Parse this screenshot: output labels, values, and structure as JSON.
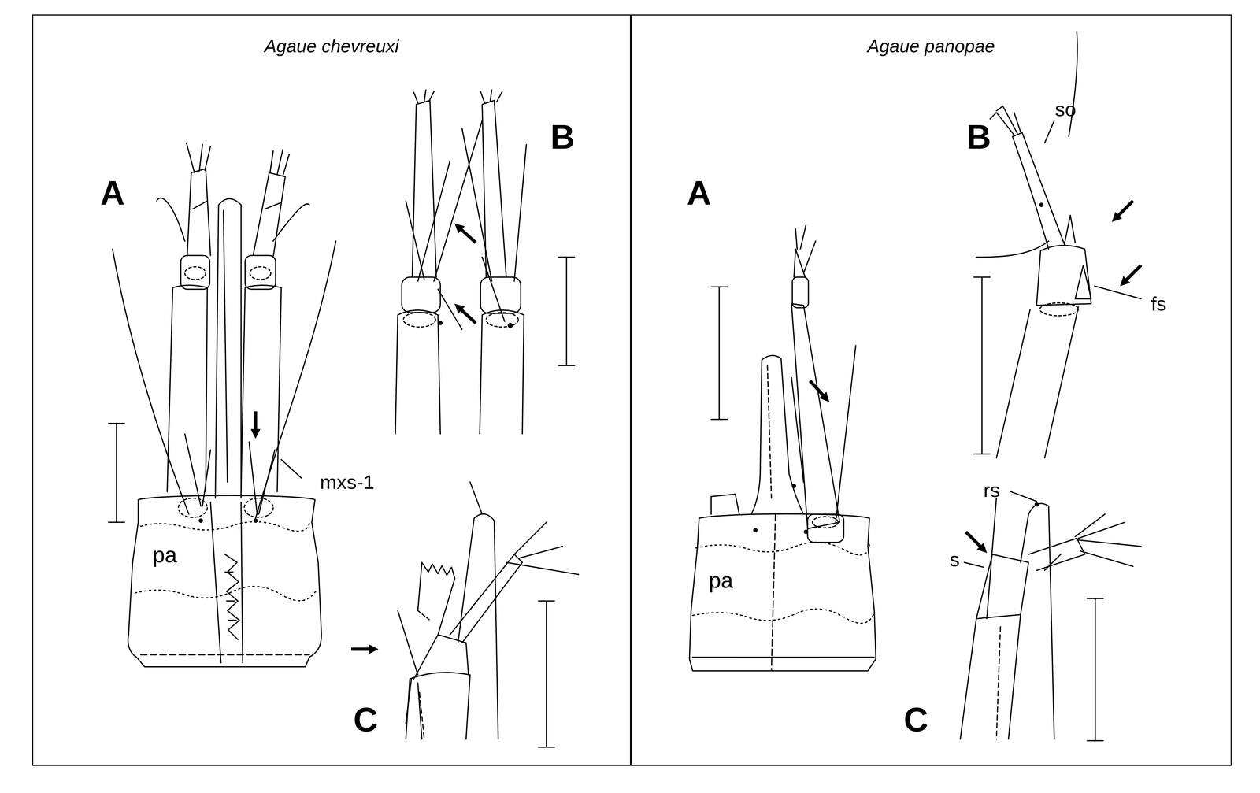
{
  "diagram": {
    "nodes": [
      {
        "text": [
          "Agaue chevreuxi"
        ]
      },
      {
        "text": [
          "Agaue panopae"
        ]
      }
    ],
    "labels": [
      "A",
      "B",
      "pa",
      "mxs-1",
      "C",
      "A",
      "so",
      "B",
      "fs",
      "rs",
      "s",
      "pa",
      "C"
    ]
  }
}
